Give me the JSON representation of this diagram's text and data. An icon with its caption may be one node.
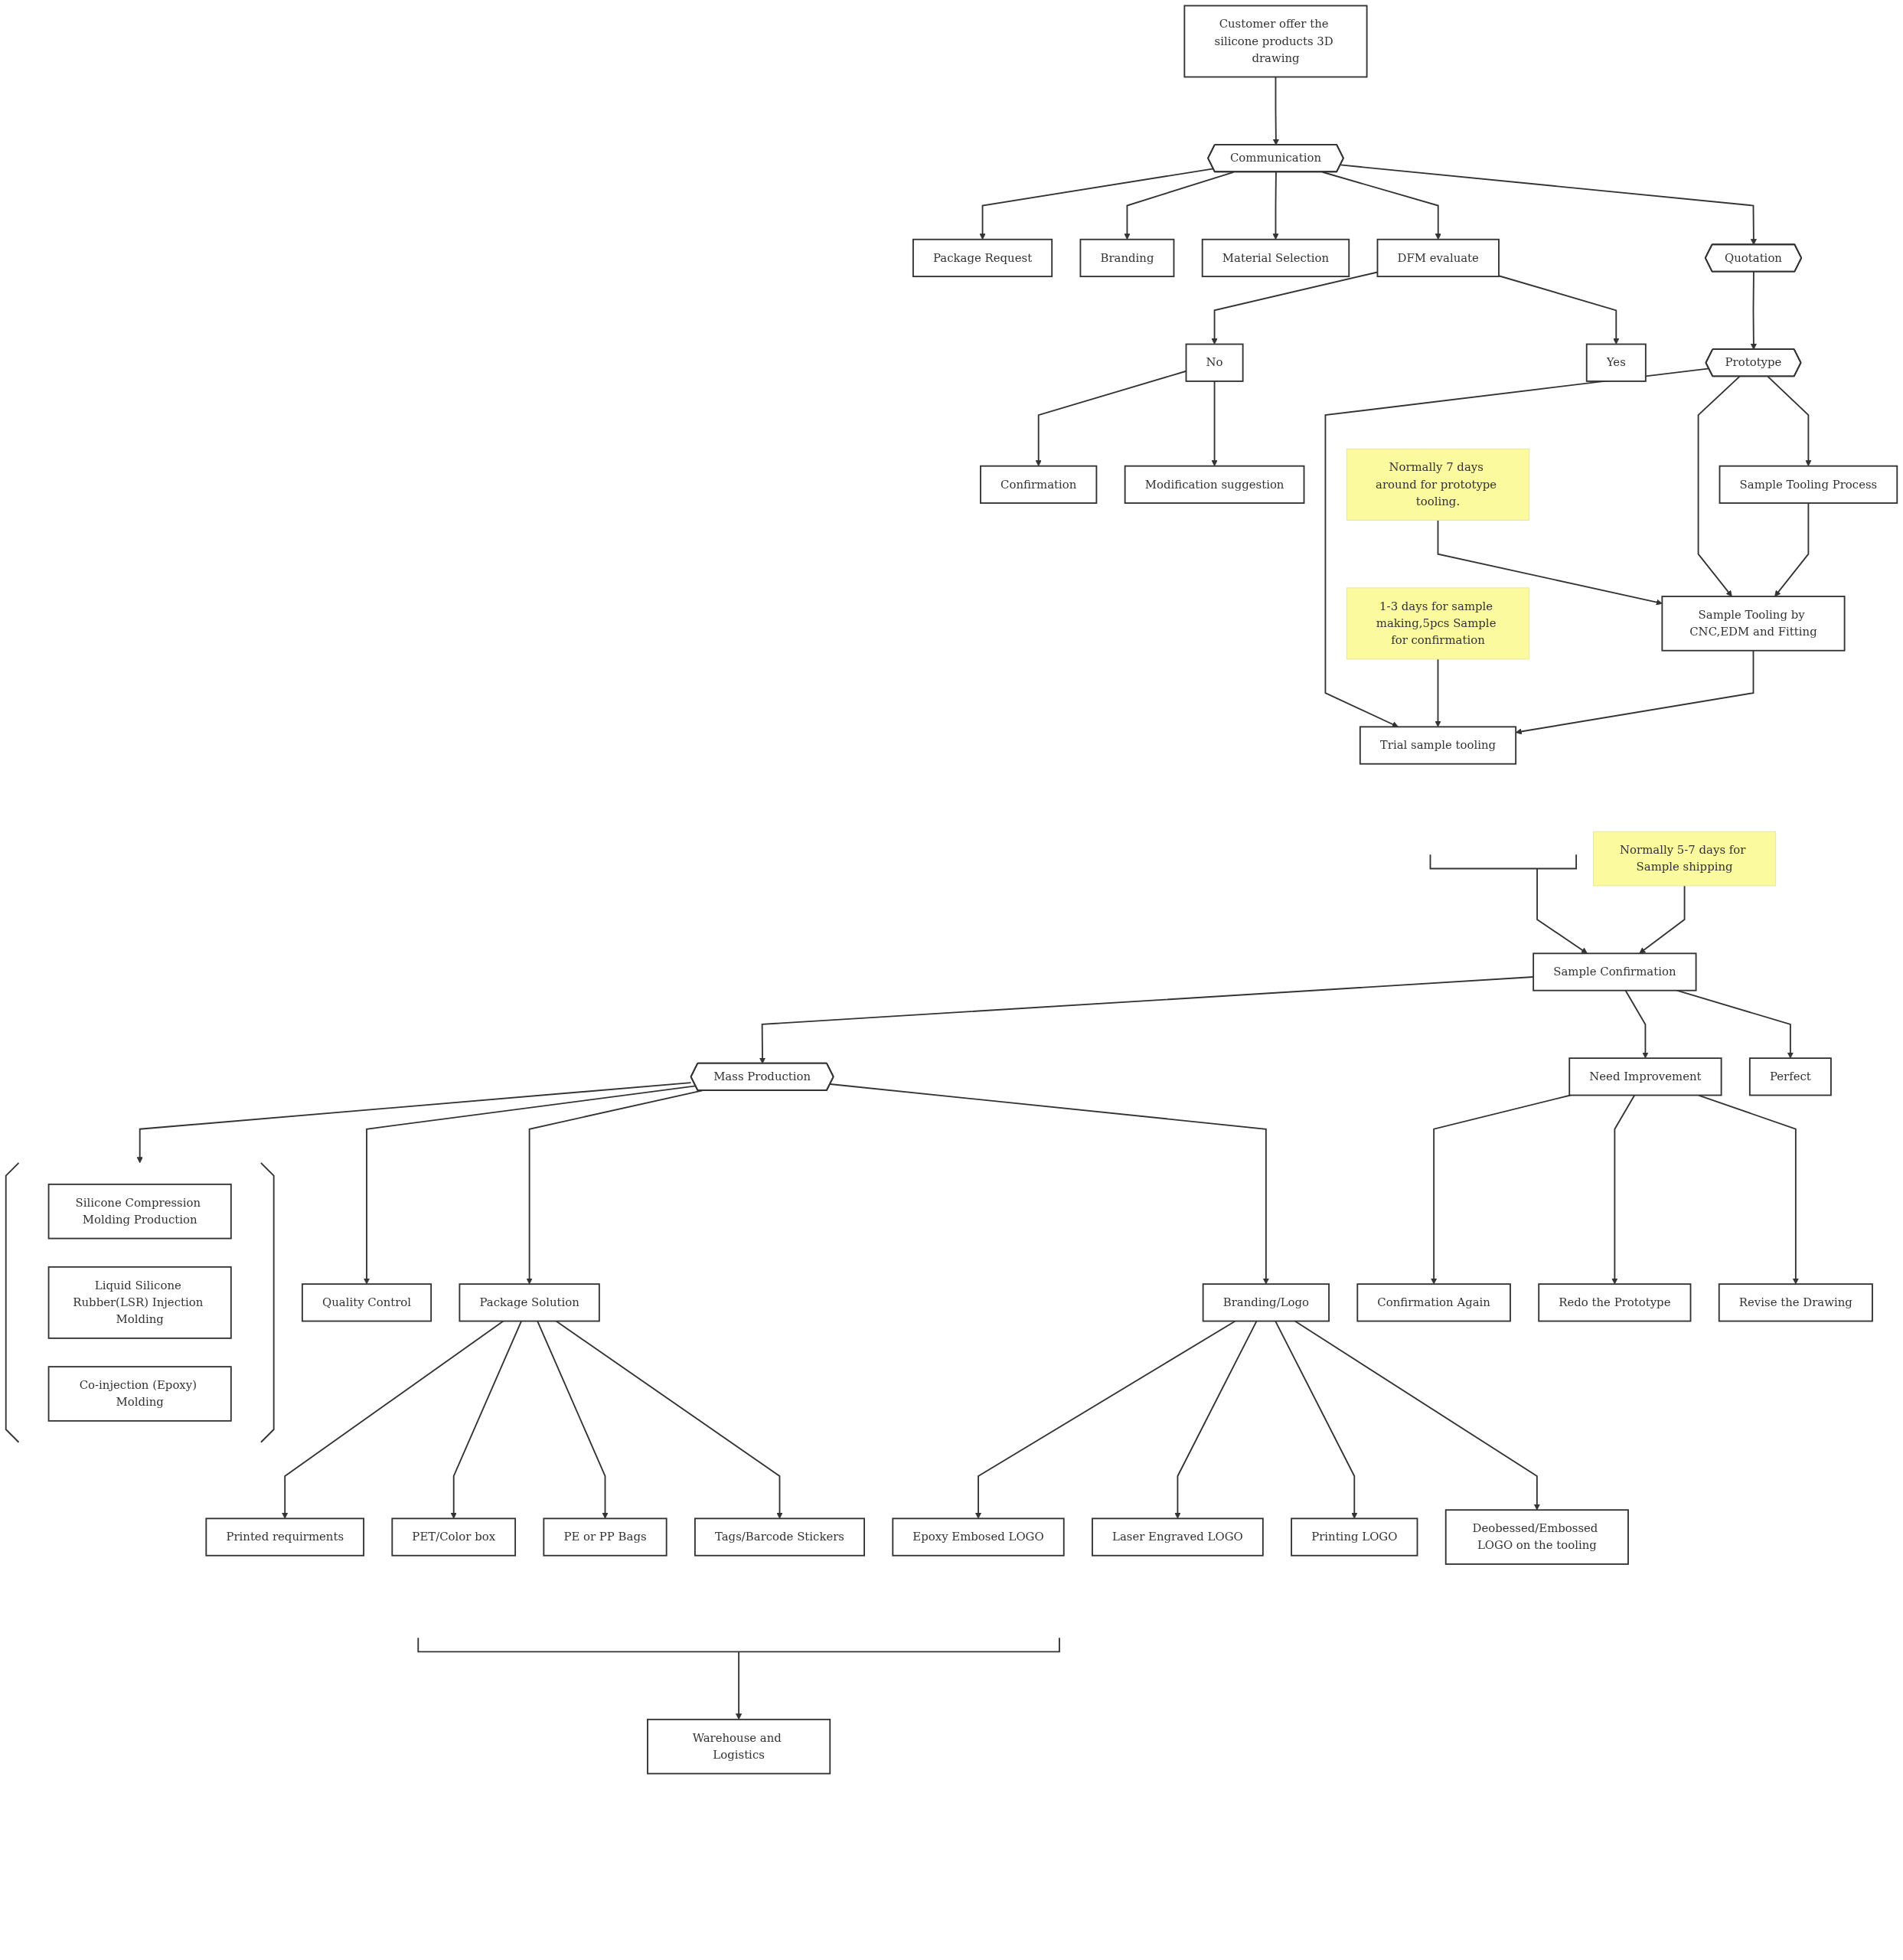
{
  "diagram": {
    "nodes": [
      {
        "text": [
          "Customer offer the silicone products 3D drawing"
        ]
      },
      {
        "text": [
          "Communication"
        ]
      },
      {
        "text": [
          "Quotation"
        ]
      },
      {
        "text": [
          "DFM evaluate"
        ]
      },
      {
        "text": [
          "Material Selection"
        ]
      },
      {
        "text": [
          "Branding"
        ]
      },
      {
        "text": [
          "Package Request"
        ]
      },
      {
        "text": [
          "Prototype"
        ]
      },
      {
        "text": [
          "Yes"
        ]
      },
      {
        "text": [
          "No"
        ]
      },
      {
        "text": [
          "Modification suggestion"
        ]
      },
      {
        "text": [
          "Confirmation"
        ]
      },
      {
        "text": [
          "Sample Tooling Process"
        ]
      },
      {
        "text": [
          "Sample Tooling by CNC,EDM and Fitting"
        ]
      },
      {
        "text": [
          "Normally 7 days around for prototype tooling."
        ]
      },
      {
        "text": [
          "Trial sample tooling"
        ]
      },
      {
        "text": [
          "1-3 days for sample making,5pcs Sample for confirmation"
        ]
      },
      {
        "text": [],
        "shape": "bracket"
      },
      {
        "text": [
          "Revise the Drawing"
        ]
      },
      {
        "text": [
          "Perfect"
        ]
      },
      {
        "text": [
          "Sample Confirmation"
        ]
      },
      {
        "text": [
          "Normally 5-7 days for Sample shipping"
        ]
      },
      {
        "text": [
          "Redo the Prototype"
        ]
      },
      {
        "text": [
          "Need Improvement"
        ]
      },
      {
        "text": [
          "Confirmation Again"
        ]
      },
      {
        "text": [
          "Mass Production"
        ]
      },
      {
        "text": [],
        "shape": "bracket"
      },
      {
        "text": [
          "Silicone Compression Molding Production"
        ],
        "in": 26
      },
      {
        "text": [
          "Liquid Silicone Rubber(LSR) Injection Molding"
        ],
        "in": 26
      },
      {
        "text": [
          "Co-injection (Epoxy) Molding"
        ],
        "in": 26
      },
      {
        "text": [
          "Branding/Logo"
        ]
      },
      {
        "text": [
          "Package Solution"
        ]
      },
      {
        "text": [
          "Quality Control"
        ]
      },
      {
        "text": [
          "Deobessed/Embossed LOGO on the tooling"
        ]
      },
      {
        "text": [
          "Printing LOGO"
        ]
      },
      {
        "text": [
          "Laser Engraved LOGO"
        ]
      },
      {
        "text": [
          "Epoxy Embosed LOGO"
        ]
      },
      {
        "text": [
          "Tags/Barcode Stickers"
        ]
      },
      {
        "text": [
          "PE or PP Bags"
        ]
      },
      {
        "text": [
          "PET/Color box"
        ]
      },
      {
        "text": [
          "Printed requirments"
        ]
      },
      {
        "text": [],
        "shape": "bracket"
      },
      {
        "text": [
          "Warehouse and Logistics"
        ]
      }
    ],
    "edges": [
      {
        "from": 0,
        "to": 1,
        "arrow": "to"
      },
      {
        "from": 1,
        "to": 2,
        "arrow": "to"
      },
      {
        "from": 1,
        "to": 3,
        "arrow": "to"
      },
      {
        "from": 1,
        "to": 4,
        "arrow": "to"
      },
      {
        "from": 1,
        "to": 5,
        "arrow": "to"
      },
      {
        "from": 1,
        "to": 6,
        "arrow": "to"
      },
      {
        "from": 2,
        "to": 7,
        "arrow": "to"
      },
      {
        "from": 3,
        "to": 8,
        "arrow": "to"
      },
      {
        "from": 3,
        "to": 9,
        "arrow": "to"
      },
      {
        "from": 9,
        "to": 10,
        "arrow": "to"
      },
      {
        "from": 9,
        "to": 11,
        "arrow": "to"
      },
      {
        "from": 7,
        "to": 12,
        "arrow": "to"
      },
      {
        "from": 7,
        "to": 13,
        "arrow": "to"
      },
      {
        "from": 7,
        "to": 15,
        "arrow": "to"
      },
      {
        "from": 12,
        "to": 13,
        "arrow": "to"
      },
      {
        "from": 13,
        "to": 15,
        "arrow": "to"
      },
      {
        "from": 14,
        "to": 13,
        "arrow": "to"
      },
      {
        "from": 16,
        "to": 15,
        "arrow": "to"
      },
      {
        "from": 17,
        "to": 20,
        "arrow": "to"
      },
      {
        "from": 21,
        "to": 20,
        "arrow": "to"
      },
      {
        "from": 20,
        "to": 19,
        "arrow": "to"
      },
      {
        "from": 20,
        "to": 23,
        "arrow": "to"
      },
      {
        "from": 23,
        "to": 18,
        "arrow": "to"
      },
      {
        "from": 23,
        "to": 22,
        "arrow": "to"
      },
      {
        "from": 23,
        "to": 24,
        "arrow": "to"
      },
      {
        "from": 20,
        "to": 25,
        "arrow": "to"
      },
      {
        "from": 25,
        "to": 26,
        "arrow": "to"
      },
      {
        "from": 25,
        "to": 30,
        "arrow": "to"
      },
      {
        "from": 25,
        "to": 31,
        "arrow": "to"
      },
      {
        "from": 25,
        "to": 32,
        "arrow": "to"
      },
      {
        "from": 30,
        "to": 33,
        "arrow": "to"
      },
      {
        "from": 30,
        "to": 34,
        "arrow": "to"
      },
      {
        "from": 30,
        "to": 35,
        "arrow": "to"
      },
      {
        "from": 30,
        "to": 36,
        "arrow": "to"
      },
      {
        "from": 31,
        "to": 37,
        "arrow": "to"
      },
      {
        "from": 31,
        "to": 38,
        "arrow": "to"
      },
      {
        "from": 31,
        "to": 39,
        "arrow": "to"
      },
      {
        "from": 31,
        "to": 40,
        "arrow": "to"
      },
      {
        "from": 41,
        "to": 42,
        "arrow": "to"
      }
    ]
  }
}
